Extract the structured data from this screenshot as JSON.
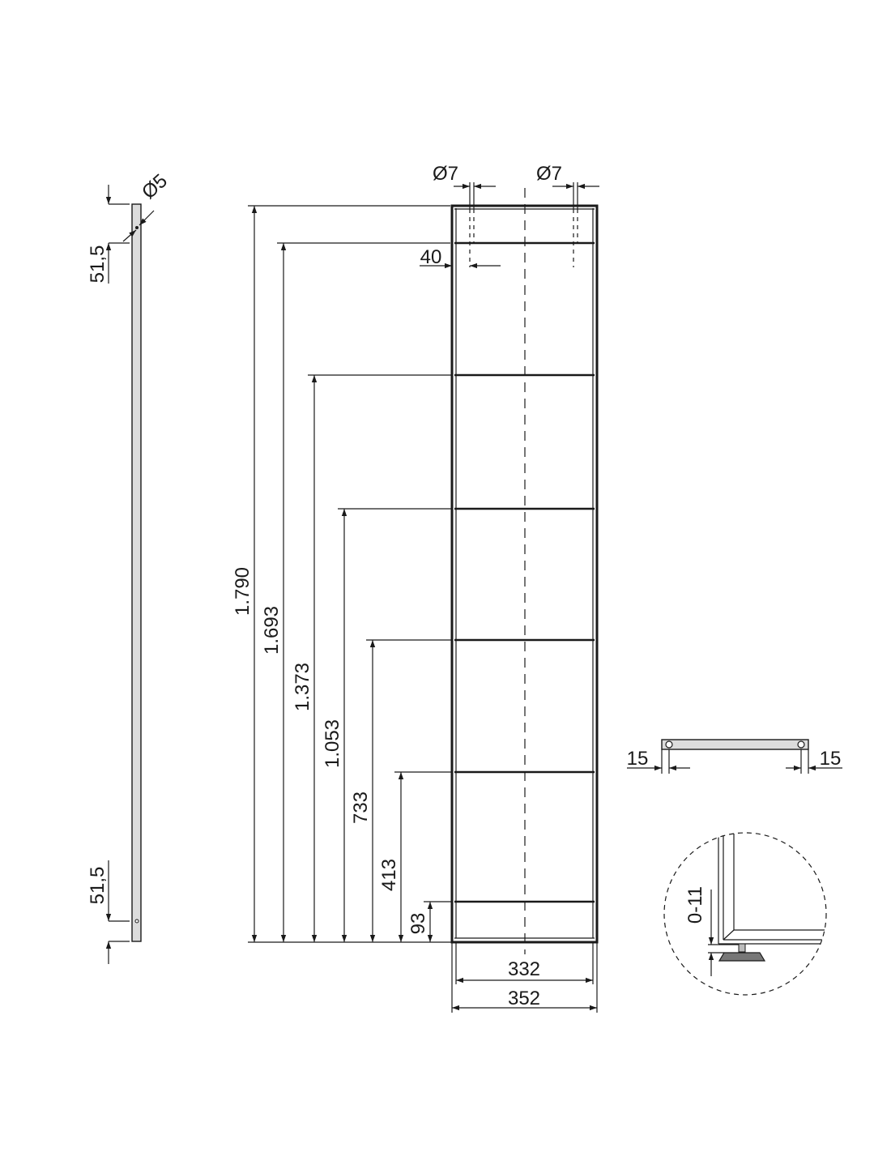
{
  "dimensions": {
    "side_dia": "Ø5",
    "side_top": "51,5",
    "side_bottom": "51,5",
    "h_total": "1.790",
    "h_1693": "1.693",
    "h_1373": "1.373",
    "h_1053": "1.053",
    "h_733": "733",
    "h_413": "413",
    "h_93": "93",
    "hole_left": "Ø7",
    "hole_right": "Ø7",
    "hole_offset": "40",
    "inner_width": "332",
    "outer_width": "352",
    "shelf_left": "15",
    "shelf_right": "15",
    "foot_adjust": "0-11"
  }
}
